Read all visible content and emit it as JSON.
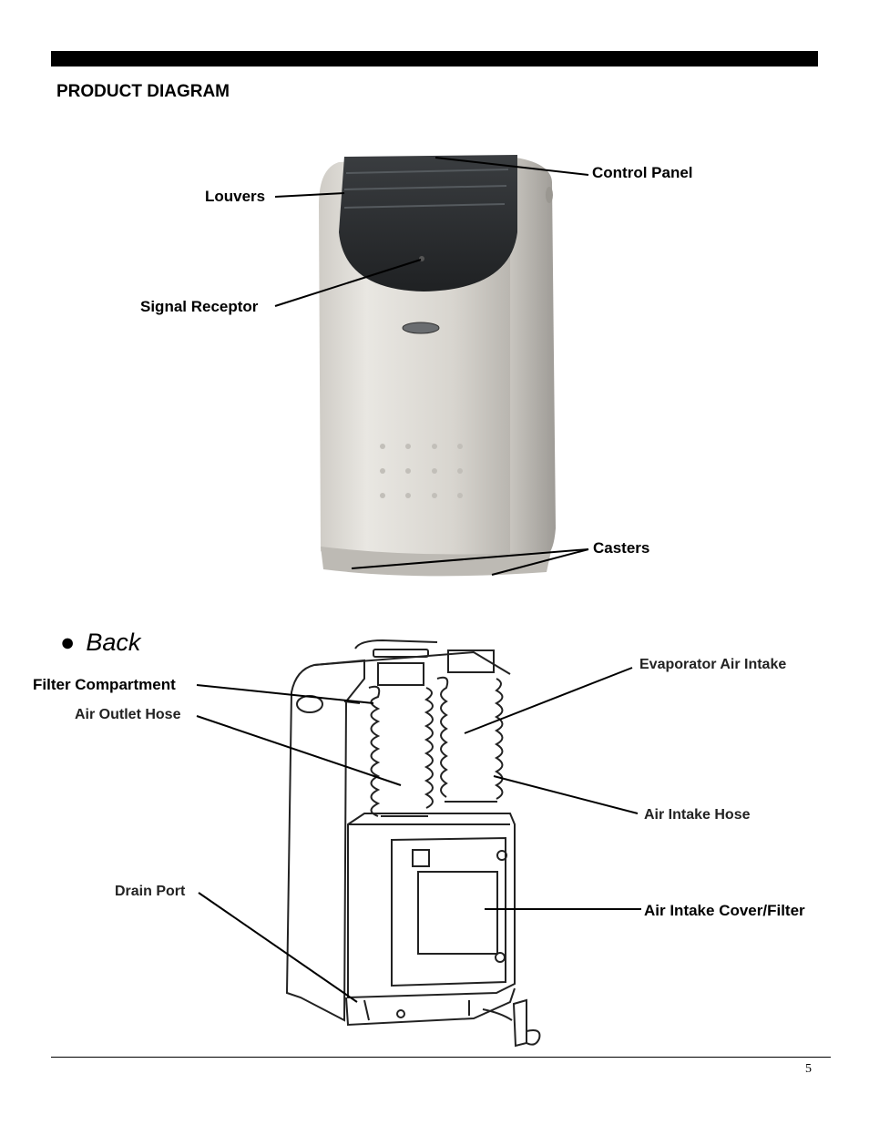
{
  "page": {
    "title": "PRODUCT DIAGRAM",
    "page_number": "5"
  },
  "front_diagram": {
    "labels": {
      "control_panel": "Control Panel",
      "louvers": "Louvers",
      "signal_receptor": "Signal Receptor",
      "casters": "Casters"
    }
  },
  "back_diagram": {
    "heading": "Back",
    "labels": {
      "filter_compartment": "Filter Compartment",
      "air_outlet_hose": "Air Outlet Hose",
      "evaporator_air_intake": "Evaporator Air Intake",
      "air_intake_hose": "Air Intake Hose",
      "drain_port": "Drain Port",
      "air_intake_cover_filter": "Air Intake Cover/Filter"
    }
  }
}
